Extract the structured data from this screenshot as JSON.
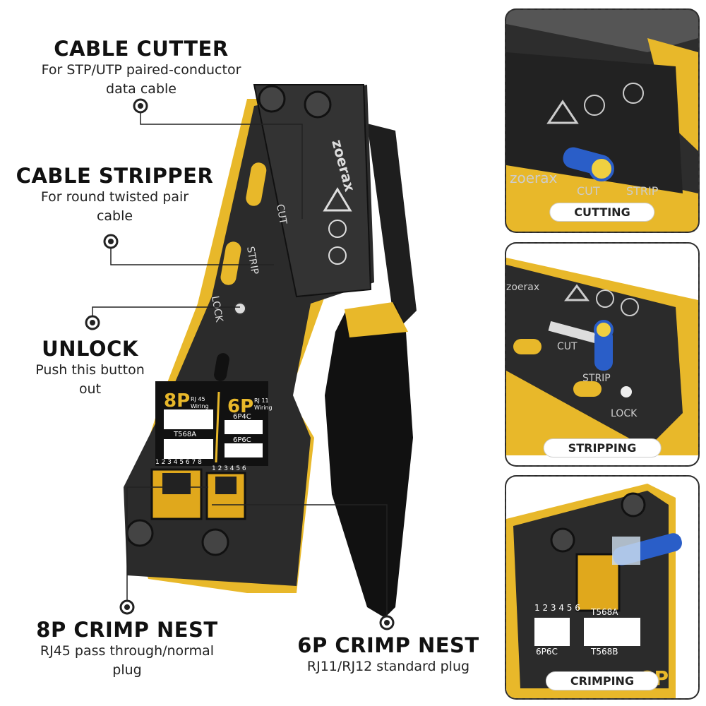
{
  "callouts": {
    "cable_cutter": {
      "title": "CABLE CUTTER",
      "desc1": "For STP/UTP paired-conductor",
      "desc2": "data cable"
    },
    "cable_stripper": {
      "title": "CABLE STRIPPER",
      "desc1": "For round twisted pair",
      "desc2": "cable"
    },
    "unlock": {
      "title": "UNLOCK",
      "desc1": "Push this button",
      "desc2": "out"
    },
    "crimp_8p": {
      "title": "8P CRIMP NEST",
      "desc1": "RJ45 pass through/normal",
      "desc2": "plug"
    },
    "crimp_6p": {
      "title": "6P CRIMP NEST",
      "desc1": "RJ11/RJ12 standard plug"
    }
  },
  "tool": {
    "brand": "zoerax",
    "label_cut": "CUT",
    "label_strip": "STRIP",
    "label_lock": "LOCK",
    "label_8p": "8P",
    "label_6p": "6P",
    "label_rj45": "RJ 45",
    "label_rj11": "RJ 11",
    "label_wiring": "Wiring",
    "label_t568b": "T568B",
    "label_t568a": "T568A",
    "label_6p4c": "6P4C",
    "label_6p6c": "6P6C",
    "pins_8": "1 2 3 4 5 6 7 8",
    "pins_6": "1 2 3 4 5 6"
  },
  "panels": {
    "cutting": "CUTTING",
    "stripping": "STRIPPING",
    "crimping": "CRIMPING"
  },
  "colors": {
    "accent_yellow": "#e8b82a",
    "tool_black": "#1e1e1e",
    "metal": "#3a3a3a"
  }
}
